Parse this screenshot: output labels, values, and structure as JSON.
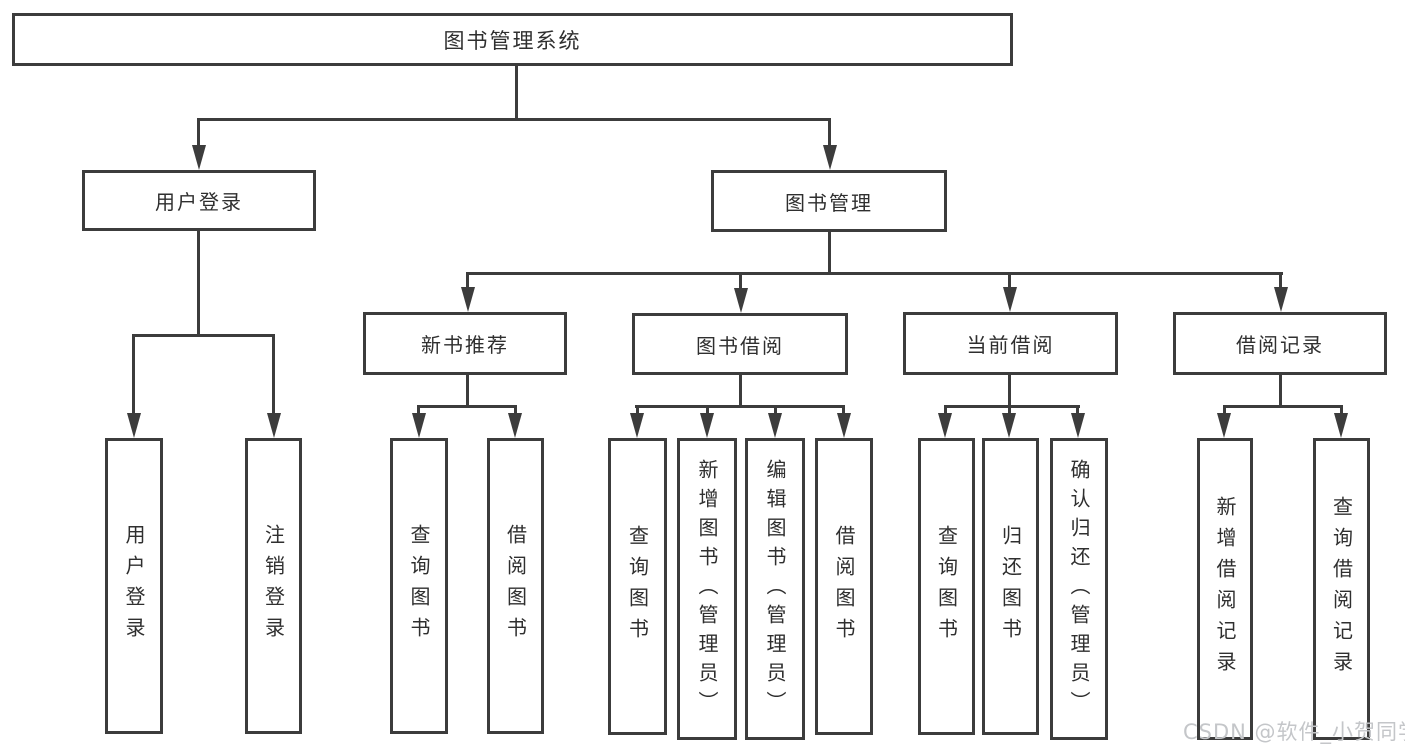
{
  "diagram_type": "functional-structure-tree",
  "colors": {
    "line": "#3c3c3c",
    "text": "#2f2f2f",
    "background": "#ffffff",
    "watermark": "#c4c6c9"
  },
  "tree": {
    "label": "图书管理系统",
    "children": [
      {
        "label": "用户登录",
        "children": [
          {
            "label": "用户登录"
          },
          {
            "label": "注销登录"
          }
        ]
      },
      {
        "label": "图书管理",
        "children": [
          {
            "label": "新书推荐",
            "children": [
              {
                "label": "查询图书"
              },
              {
                "label": "借阅图书"
              }
            ]
          },
          {
            "label": "图书借阅",
            "children": [
              {
                "label": "查询图书"
              },
              {
                "label": "新增图书（管理员）"
              },
              {
                "label": "编辑图书（管理员）"
              },
              {
                "label": "借阅图书"
              }
            ]
          },
          {
            "label": "当前借阅",
            "children": [
              {
                "label": "查询图书"
              },
              {
                "label": "归还图书"
              },
              {
                "label": "确认归还（管理员）"
              }
            ]
          },
          {
            "label": "借阅记录",
            "children": [
              {
                "label": "新增借阅记录"
              },
              {
                "label": "查询借阅记录"
              }
            ]
          }
        ]
      }
    ]
  },
  "watermark": {
    "text": "CSDN @软件_小贺同学"
  }
}
